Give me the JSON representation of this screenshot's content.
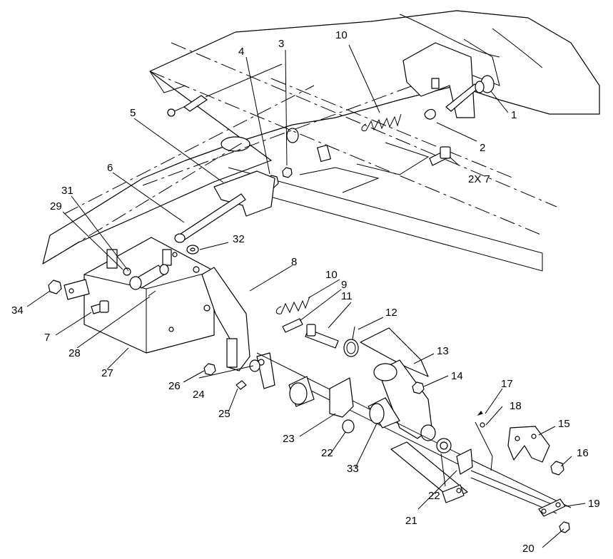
{
  "callouts": [
    {
      "id": "c1",
      "text": "1"
    },
    {
      "id": "c2",
      "text": "2"
    },
    {
      "id": "c3",
      "text": "3"
    },
    {
      "id": "c4",
      "text": "4"
    },
    {
      "id": "c2x7",
      "text": "2X 7"
    },
    {
      "id": "c5",
      "text": "5"
    },
    {
      "id": "c6",
      "text": "6"
    },
    {
      "id": "c7",
      "text": "7"
    },
    {
      "id": "c8",
      "text": "8"
    },
    {
      "id": "c9",
      "text": "9"
    },
    {
      "id": "c10a",
      "text": "10"
    },
    {
      "id": "c10b",
      "text": "10"
    },
    {
      "id": "c11",
      "text": "11"
    },
    {
      "id": "c12",
      "text": "12"
    },
    {
      "id": "c13",
      "text": "13"
    },
    {
      "id": "c14",
      "text": "14"
    },
    {
      "id": "c15",
      "text": "15"
    },
    {
      "id": "c16",
      "text": "16"
    },
    {
      "id": "c17",
      "text": "17"
    },
    {
      "id": "c18",
      "text": "18"
    },
    {
      "id": "c19",
      "text": "19"
    },
    {
      "id": "c20",
      "text": "20"
    },
    {
      "id": "c21",
      "text": "21"
    },
    {
      "id": "c22a",
      "text": "22"
    },
    {
      "id": "c22b",
      "text": "22"
    },
    {
      "id": "c23",
      "text": "23"
    },
    {
      "id": "c24",
      "text": "24"
    },
    {
      "id": "c25",
      "text": "25"
    },
    {
      "id": "c26",
      "text": "26"
    },
    {
      "id": "c27",
      "text": "27"
    },
    {
      "id": "c28",
      "text": "28"
    },
    {
      "id": "c29",
      "text": "29"
    },
    {
      "id": "c31",
      "text": "31"
    },
    {
      "id": "c32",
      "text": "32"
    },
    {
      "id": "c33",
      "text": "33"
    },
    {
      "id": "c34",
      "text": "34"
    }
  ]
}
